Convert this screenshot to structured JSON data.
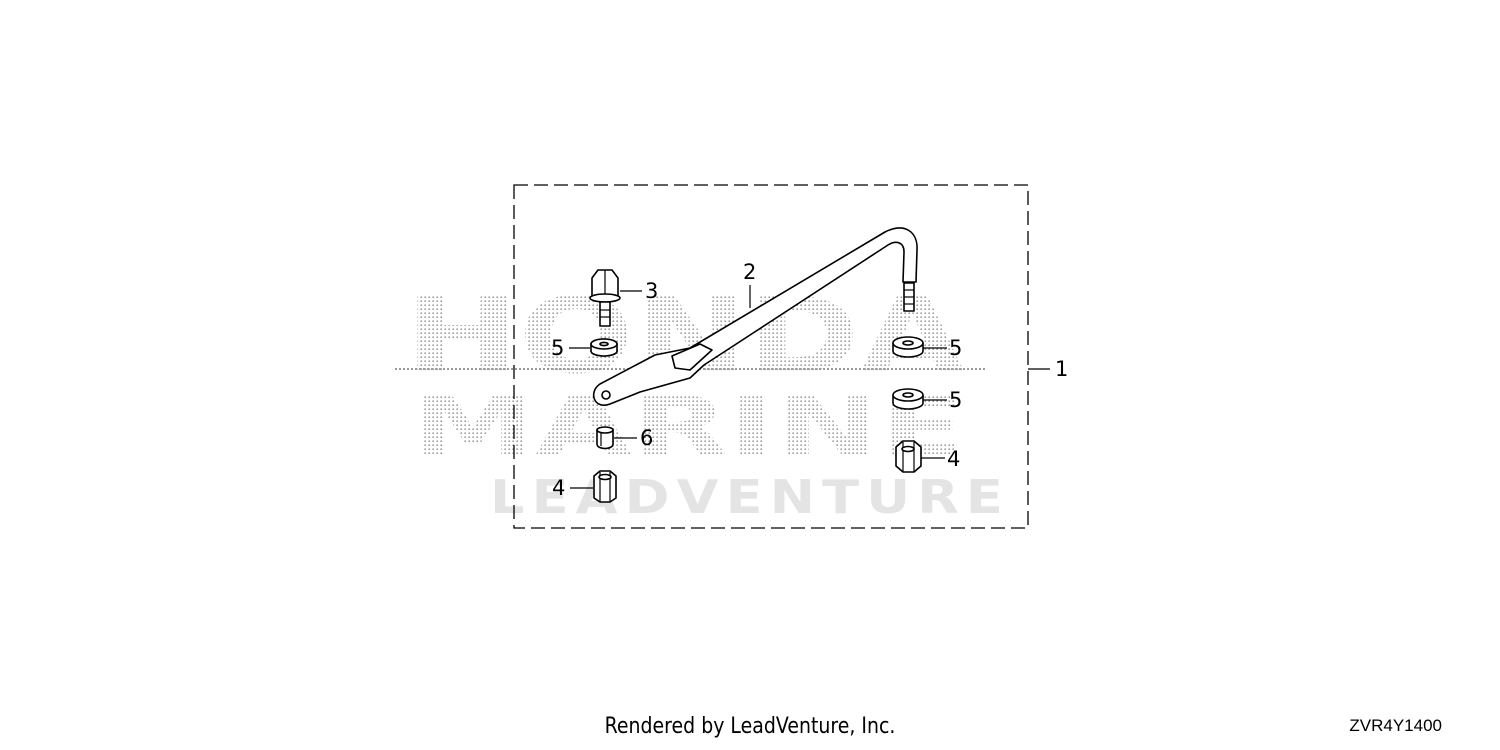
{
  "watermark": {
    "line1": "HONDA",
    "line2": "MARINE",
    "line3": "LEADVENTURE"
  },
  "callouts": {
    "c1": "1",
    "c2": "2",
    "c3": "3",
    "c4_left": "4",
    "c4_right": "4",
    "c5_left": "5",
    "c5_right_top": "5",
    "c5_right_mid": "5",
    "c6": "6"
  },
  "footer": {
    "credit": "Rendered by LeadVenture, Inc.",
    "code": "ZVR4Y1400"
  }
}
